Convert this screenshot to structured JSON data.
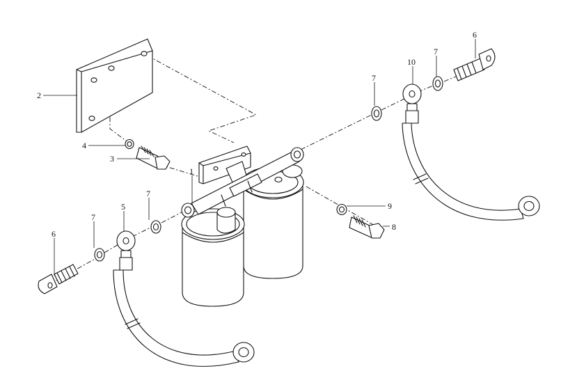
{
  "callouts": {
    "c1": "1",
    "c2": "2",
    "c3": "3",
    "c4": "4",
    "c5": "5",
    "c6_left": "6",
    "c6_right": "6",
    "c7_a": "7",
    "c7_b": "7",
    "c7_c": "7",
    "c7_d": "7",
    "c8": "8",
    "c9": "9",
    "c10": "10"
  }
}
